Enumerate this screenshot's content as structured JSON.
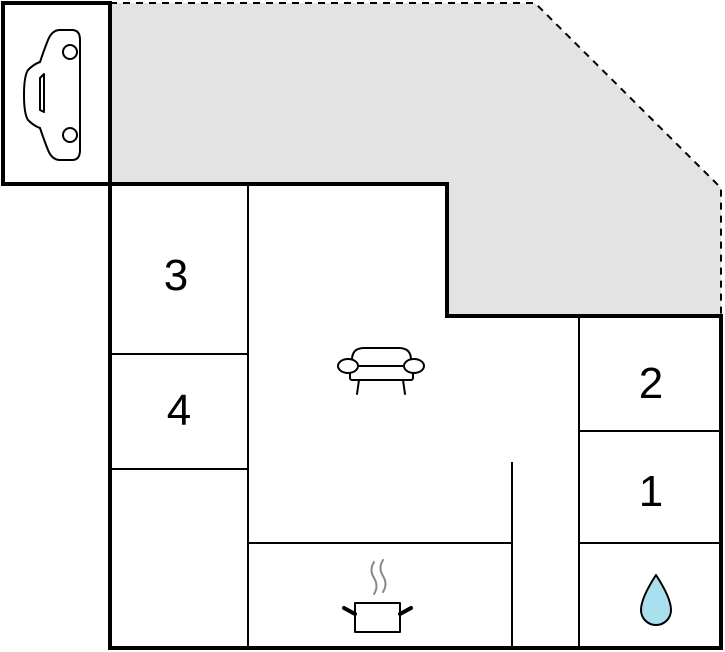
{
  "floorplan": {
    "rooms": [
      {
        "id": "bedroom-3",
        "label": "3"
      },
      {
        "id": "bedroom-4",
        "label": "4"
      },
      {
        "id": "bedroom-2",
        "label": "2"
      },
      {
        "id": "bedroom-1",
        "label": "1"
      }
    ],
    "icons": {
      "garage": "car-icon",
      "living": "sofa-icon",
      "kitchen": "cooking-pot-icon",
      "bathroom": "water-drop-icon"
    },
    "colors": {
      "terrace_fill": "#e3e3e3",
      "wall": "#000000",
      "water": "#a8e0ef"
    }
  }
}
